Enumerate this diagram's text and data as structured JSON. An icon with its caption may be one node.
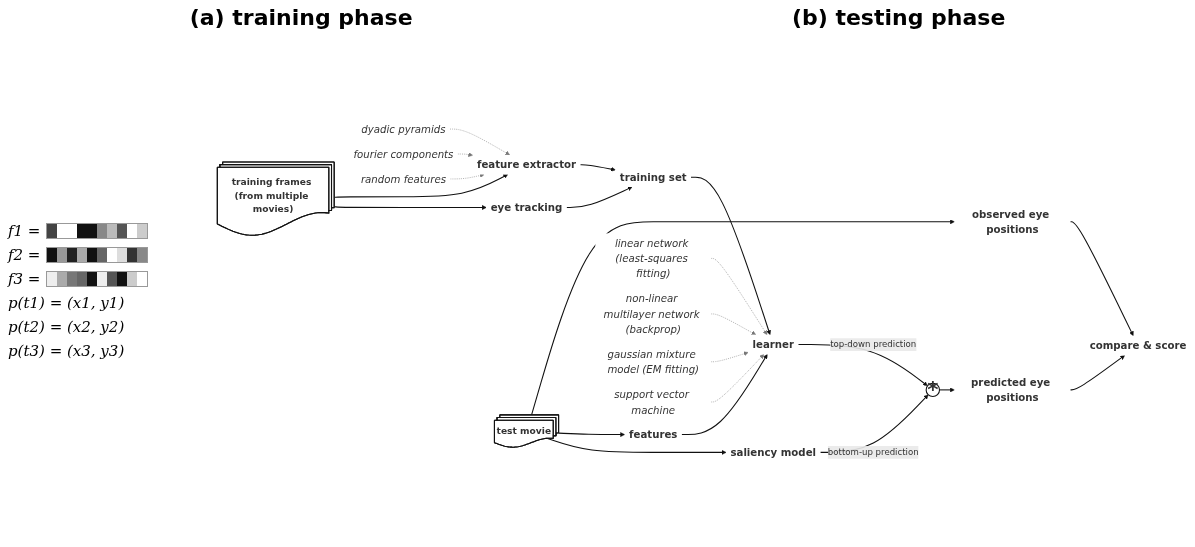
{
  "diagram": {
    "nodes": [
      {
        "text": [
          "training frames (from multiple movies)"
        ]
      },
      {
        "text": [
          "feature extractor"
        ]
      },
      {
        "text": [
          "eye tracking"
        ]
      },
      {
        "text": [
          "dyadic pyramids"
        ]
      },
      {
        "text": [
          "fourier components"
        ]
      },
      {
        "text": [
          "random features"
        ]
      },
      {
        "text": [
          "training set"
        ]
      },
      {
        "text": [
          "test movie"
        ]
      },
      {
        "text": [
          "observed eye positions"
        ]
      },
      {
        "text": [
          "features"
        ]
      },
      {
        "text": [
          "saliency model"
        ]
      },
      {
        "text": [
          "compare & score"
        ]
      },
      {
        "text": [
          "learner"
        ]
      },
      {
        "text": [
          "*"
        ]
      },
      {
        "text": [
          "predicted eye positions"
        ]
      },
      {
        "text": [
          "linear network (least-squares fitting)"
        ]
      },
      {
        "text": [
          "non-linear multilayer network (backprop)"
        ]
      },
      {
        "text": [
          "gaussian mixture model (EM fitting)"
        ]
      },
      {
        "text": [
          "support vector machine"
        ]
      }
    ],
    "edges": [
      {
        "from": 0,
        "to": 1,
        "arrow": "to"
      },
      {
        "from": 0,
        "to": 2,
        "arrow": "to"
      },
      {
        "from": 3,
        "to": 1,
        "arrow": "to",
        "style": "dashed",
        "color": "#777777"
      },
      {
        "from": 4,
        "to": 1,
        "arrow": "to",
        "style": "dashed",
        "color": "#777777"
      },
      {
        "from": 5,
        "to": 1,
        "arrow": "to",
        "style": "dashed",
        "color": "#777777"
      },
      {
        "from": 1,
        "to": 6,
        "arrow": "to"
      },
      {
        "from": 2,
        "to": 6,
        "arrow": "to"
      },
      {
        "from": 6,
        "to": 12,
        "arrow": "to"
      },
      {
        "from": 7,
        "to": 8,
        "arrow": "to"
      },
      {
        "from": 7,
        "to": 9,
        "arrow": "to"
      },
      {
        "from": 7,
        "to": 10,
        "arrow": "to"
      },
      {
        "from": 8,
        "to": 11,
        "arrow": "to"
      },
      {
        "from": 9,
        "to": 12,
        "arrow": "to"
      },
      {
        "from": 10,
        "to": 13,
        "arrow": "to",
        "label": "bottom-up prediction"
      },
      {
        "from": 12,
        "to": 13,
        "arrow": "to",
        "label": "top-down prediction"
      },
      {
        "from": 13,
        "to": 14,
        "arrow": "to"
      },
      {
        "from": 14,
        "to": 11,
        "arrow": "to"
      },
      {
        "from": 15,
        "to": 12,
        "arrow": "to",
        "style": "dashed",
        "color": "#777777"
      },
      {
        "from": 16,
        "to": 12,
        "arrow": "to",
        "style": "dashed",
        "color": "#777777"
      },
      {
        "from": 17,
        "to": 12,
        "arrow": "to",
        "style": "dashed",
        "color": "#777777"
      },
      {
        "from": 18,
        "to": 12,
        "arrow": "to",
        "style": "dashed",
        "color": "#777777"
      }
    ],
    "labels": [
      "(a) training phase",
      "(b) testing phase",
      "f1 =",
      "f2 =",
      "f3 =",
      "p(t1) = (x1, y1)",
      "p(t2) = (x2, y2)",
      "p(t3) = (x3, y3)"
    ]
  }
}
